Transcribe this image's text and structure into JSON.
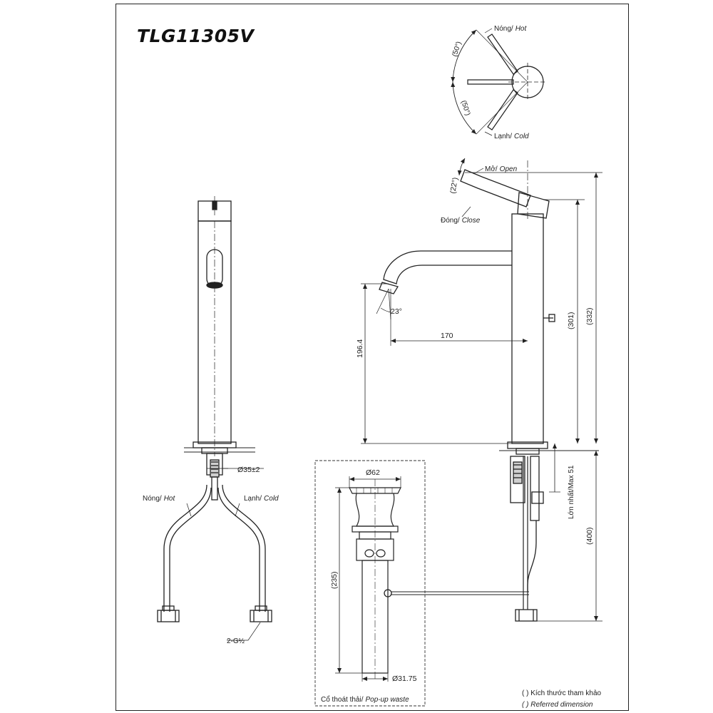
{
  "title": "TLG11305V",
  "top_view": {
    "hot_label": "Nóng/",
    "hot_label_en": "Hot",
    "cold_label": "Lạnh/",
    "cold_label_en": "Cold",
    "angle_upper": "(50°)",
    "angle_lower": "(50°)"
  },
  "side_view": {
    "open_label": "Mở/",
    "open_label_en": "Open",
    "close_label": "Đóng/",
    "close_label_en": "Close",
    "lever_angle": "(22°)",
    "spout_angle": "23°",
    "spout_reach": "170",
    "spout_height": "196.4",
    "body_height": "(301)",
    "overall_height": "(332)",
    "deck_max": "Lớn nhất/Max 51",
    "hose_length": "(400)"
  },
  "front_view": {
    "hole_dim": "Ø35±2",
    "hot_label": "Nóng/",
    "hot_label_en": "Hot",
    "cold_label": "Lạnh/",
    "cold_label_en": "Cold",
    "thread": "2-G½"
  },
  "waste": {
    "diameter_top": "Ø62",
    "length": "(235)",
    "diameter_pipe": "Ø31.75",
    "caption": "Cổ thoát thải/",
    "caption_en": "Pop-up waste"
  },
  "notes": {
    "note_vi": "( ) Kích thước tham khảo",
    "note_en": "( ) Referred dimension"
  }
}
